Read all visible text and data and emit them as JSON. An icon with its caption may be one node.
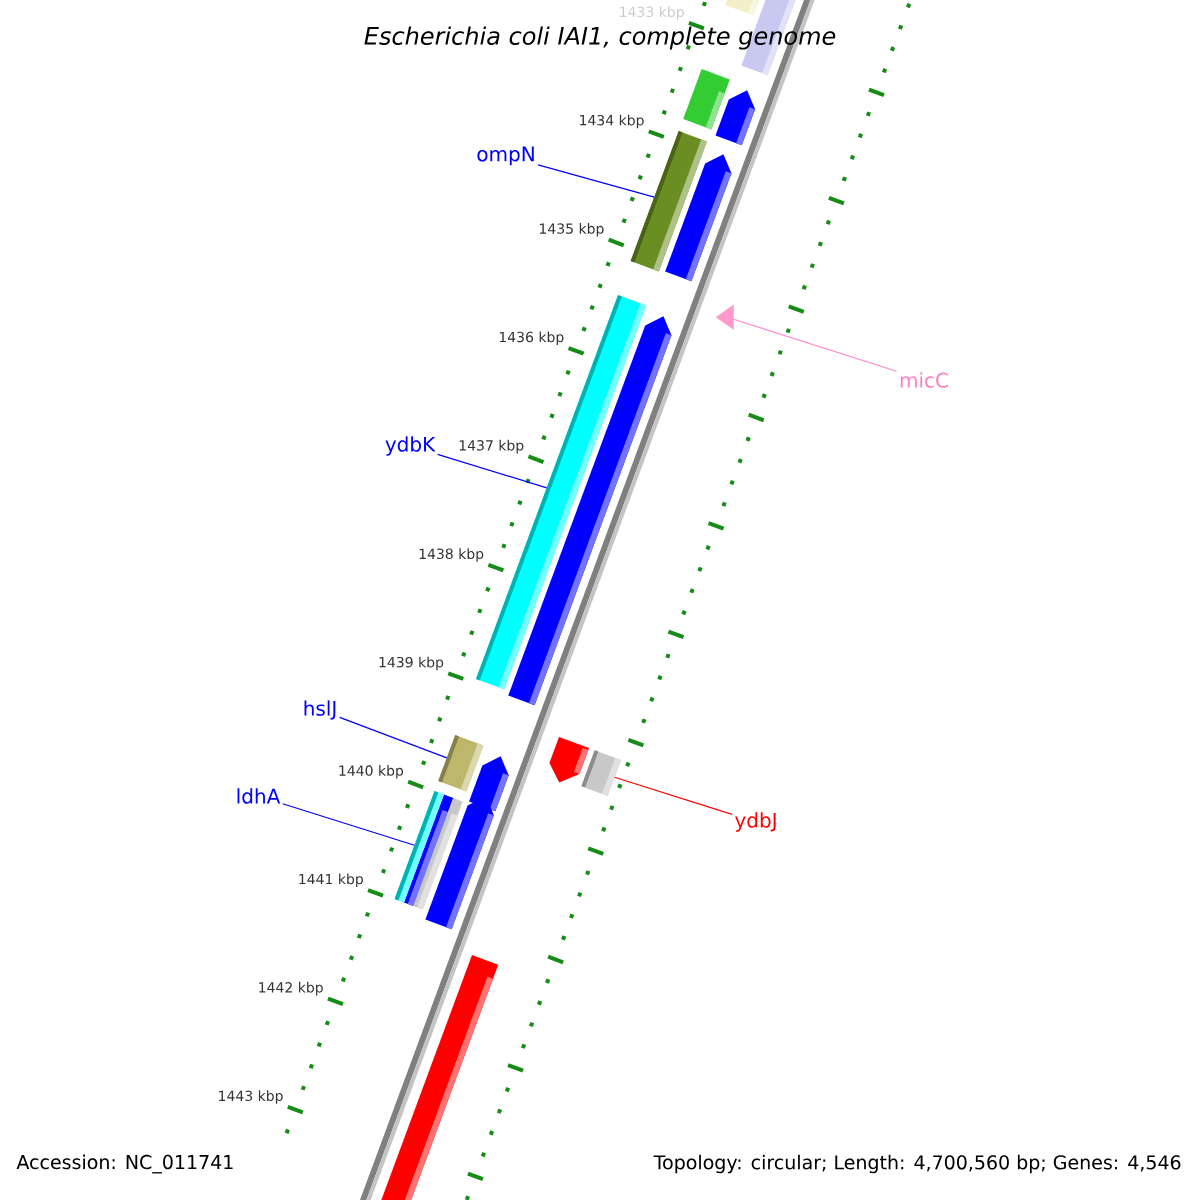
{
  "diagram": {
    "title": "Escherichia coli IAI1, complete genome",
    "nodes": [
      {
        "text": [
          "ompN"
        ]
      },
      {
        "text": [
          "micC"
        ]
      },
      {
        "text": [
          "ydbK"
        ]
      },
      {
        "text": [
          "hslJ"
        ]
      },
      {
        "text": [
          "ldhA"
        ]
      },
      {
        "text": [
          "ydbJ"
        ]
      },
      {
        "text": [],
        "shape": "bar"
      },
      {
        "text": [],
        "shape": "bar"
      },
      {
        "text": [],
        "shape": "triangle"
      },
      {
        "text": [],
        "shape": "bar"
      },
      {
        "text": [],
        "shape": "bar"
      },
      {
        "text": [],
        "shape": "bar"
      }
    ],
    "edges": [
      {
        "from": 0,
        "to": 6,
        "arrow": "none"
      },
      {
        "from": 1,
        "to": 8,
        "arrow": "none",
        "color": "#ff88cc"
      },
      {
        "from": 2,
        "to": 7,
        "arrow": "none"
      },
      {
        "from": 3,
        "to": 9,
        "arrow": "none"
      },
      {
        "from": 4,
        "to": 11,
        "arrow": "none"
      },
      {
        "from": 5,
        "to": 10,
        "arrow": "none",
        "color": "#ff0000"
      }
    ],
    "labels": [
      "1433 kbp",
      "1434 kbp",
      "1435 kbp",
      "1436 kbp",
      "1437 kbp",
      "1438 kbp",
      "1439 kbp",
      "1440 kbp",
      "1441 kbp",
      "1442 kbp",
      "1443 kbp",
      "Accession: NC_011741",
      "Topology: circular; Length: 4,700,560 bp; Genes: 4,546"
    ]
  }
}
